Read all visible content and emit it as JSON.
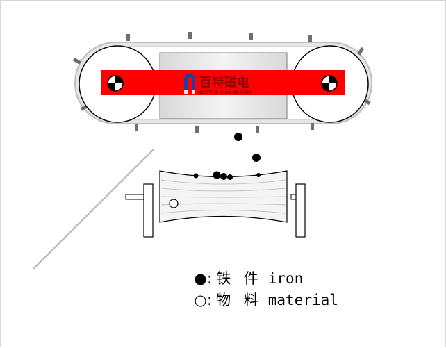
{
  "brand": {
    "name_cn": "百特磁电",
    "name_en": "BETTER  MAGNETISM",
    "band_color": "#ff0000",
    "text_color": "#8b0000"
  },
  "legend": [
    {
      "symbol": "●",
      "label_cn": ":铁 件",
      "label_en": "iron"
    },
    {
      "symbol": "○",
      "label_cn": ":物 料",
      "label_en": "material"
    }
  ],
  "icons": [
    "magnet-logo-icon",
    "pulley-hub-icon",
    "iron-particle-icon",
    "material-particle-icon"
  ]
}
